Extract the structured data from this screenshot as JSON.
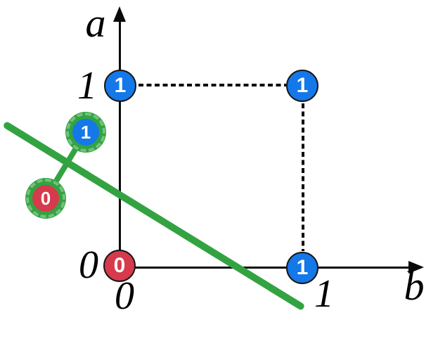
{
  "figure": {
    "axes": {
      "vertical_label": "a",
      "horizontal_label": "b"
    },
    "ticks": {
      "a_one": "1",
      "a_zero": "0",
      "b_zero": "0",
      "b_one": "1"
    },
    "points": [
      {
        "id": "b0-a0",
        "b": 0,
        "a": 0,
        "output": "0",
        "color": "#d63a4c"
      },
      {
        "id": "b0-a1",
        "b": 0,
        "a": 1,
        "output": "1",
        "color": "#1478e8"
      },
      {
        "id": "b1-a1",
        "b": 1,
        "a": 1,
        "output": "1",
        "color": "#1478e8"
      },
      {
        "id": "b1-a0",
        "b": 1,
        "a": 0,
        "output": "1",
        "color": "#1478e8"
      }
    ],
    "class_markers": [
      {
        "id": "class-1-above-boundary",
        "output": "1",
        "color": "#1478e8"
      },
      {
        "id": "class-0-below-boundary",
        "output": "0",
        "color": "#d63a4c"
      }
    ],
    "colors": {
      "boundary_green": "#33a342",
      "point_blue": "#1478e8",
      "point_red": "#d63a4c",
      "axis_black": "#0a0a0a",
      "point_text": "#ffffff"
    }
  },
  "chart_data": {
    "type": "scatter",
    "xlabel": "b",
    "ylabel": "a",
    "xticks": [
      0,
      1
    ],
    "yticks": [
      0,
      1
    ],
    "points": [
      {
        "b": 0,
        "a": 0,
        "label": "0",
        "class": "0"
      },
      {
        "b": 0,
        "a": 1,
        "label": "1",
        "class": "1"
      },
      {
        "b": 1,
        "a": 1,
        "label": "1",
        "class": "1"
      },
      {
        "b": 1,
        "a": 0,
        "label": "1",
        "class": "1"
      }
    ],
    "decision_boundary": {
      "a_intercept": 0.4,
      "b_intercept": 0.65,
      "slope": -0.62,
      "color": "#33a342"
    },
    "dashed_guides": [
      "horizontal from (0,1) to (1,1)",
      "vertical from (1,1) to (1,0)"
    ]
  }
}
